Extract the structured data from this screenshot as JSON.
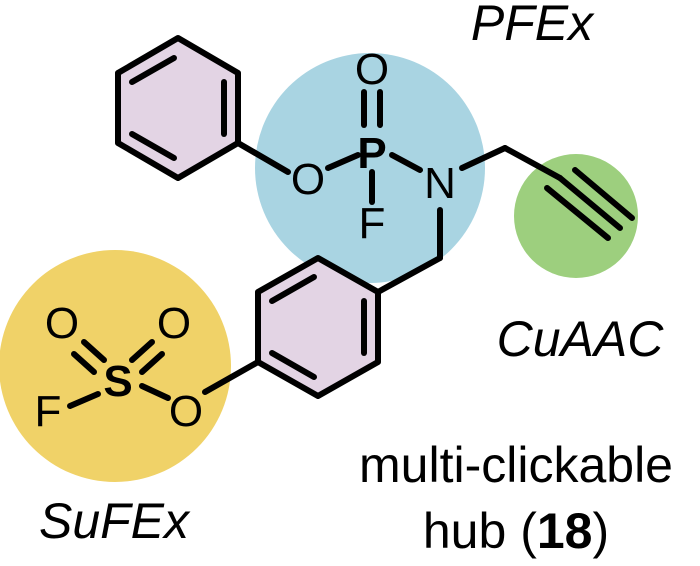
{
  "labels": {
    "pfex": "PFEx",
    "cuaac": "CuAAC",
    "sufex": "SuFEx",
    "hub_line1": "multi-clickable",
    "hub_line2_prefix": "hub (",
    "hub_number": "18",
    "hub_line2_suffix": ")"
  },
  "atoms": {
    "phosphorus": "P",
    "p_oxo": "O",
    "p_fluorine": "F",
    "p_oxygen": "O",
    "nitrogen": "N",
    "sulfur": "S",
    "s_oxo_left": "O",
    "s_oxo_right": "O",
    "s_fluorine": "F",
    "s_oxygen": "O"
  },
  "colors": {
    "pfex_highlight": "#a9d4e2",
    "cuaac_highlight": "#9dcf7e",
    "sufex_highlight": "#f0d268",
    "ring_fill": "#e3d4e4",
    "bond": "#000000"
  }
}
